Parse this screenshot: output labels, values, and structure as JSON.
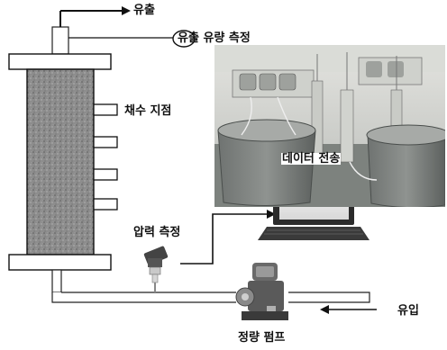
{
  "labels": {
    "outflow": "유출",
    "outflow_rate": "유출 유량 측정",
    "sampling_point": "채수 지점",
    "data_transfer": "데이터 전송",
    "pressure": "압력 측정",
    "inflow": "유입",
    "pump": "정량 펌프"
  },
  "colors": {
    "column_fill": "#8d8d8d",
    "line": "#111111",
    "background": "#ffffff"
  }
}
